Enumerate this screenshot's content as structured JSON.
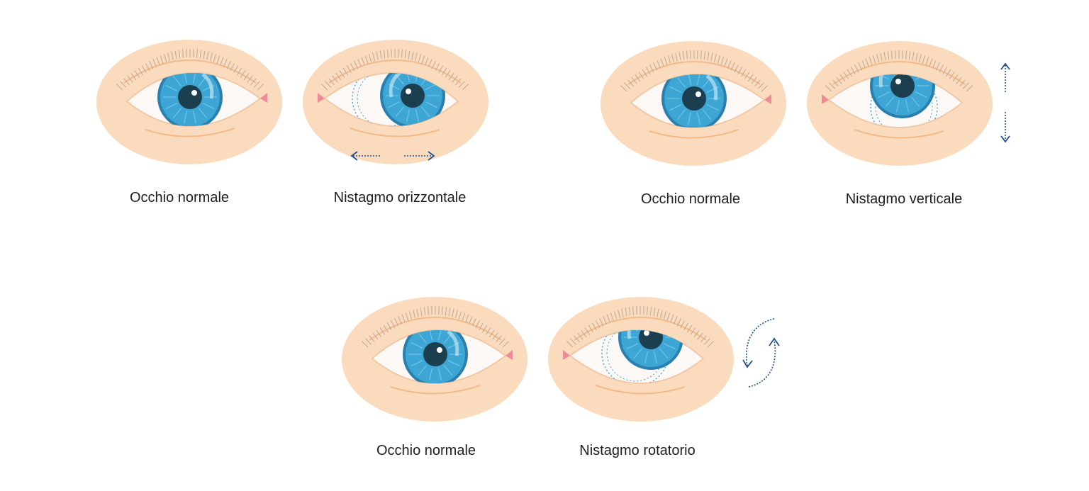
{
  "colors": {
    "skin": "#fadbbd",
    "crease": "#f5b987",
    "sclera": "#fbf8f6",
    "iris": "#3ea6d4",
    "iris_dark": "#2a7fae",
    "pupil": "#1b3f4f",
    "caruncle": "#ef8a98",
    "arrow": "#1f4f8f"
  },
  "panels": [
    {
      "caption": "Occhio normale",
      "motion": "none"
    },
    {
      "caption": "Nistagmo orizzontale",
      "motion": "horizontal"
    },
    {
      "caption": "Occhio normale",
      "motion": "none"
    },
    {
      "caption": "Nistagmo verticale",
      "motion": "vertical"
    },
    {
      "caption": "Occhio normale",
      "motion": "none"
    },
    {
      "caption": "Nistagmo rotatorio",
      "motion": "rotatory"
    }
  ]
}
